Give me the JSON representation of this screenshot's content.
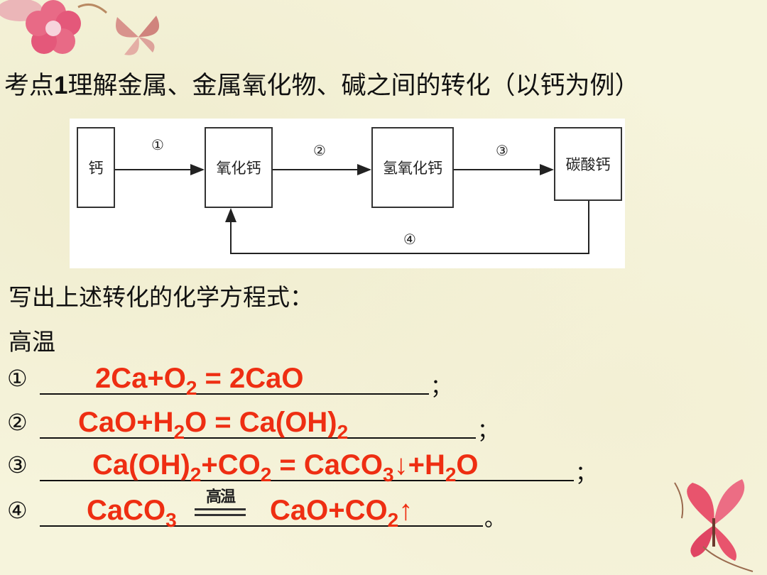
{
  "title": {
    "prefix": "考点",
    "number": "1",
    "text": "理解金属、金属氧化物、碱之间的转化（以钙为例）"
  },
  "diagram": {
    "boxes": [
      "钙",
      "氧化钙",
      "氢氧化钙",
      "碳酸钙"
    ],
    "steps": [
      "①",
      "②",
      "③",
      "④"
    ]
  },
  "instruction": "写出上述转化的化学方程式：",
  "condition_note": "高温",
  "equations": [
    {
      "num": "①",
      "parts": [
        "2Ca+O",
        "2",
        " = 2CaO"
      ],
      "end": "；"
    },
    {
      "num": "②",
      "parts": [
        "CaO+H",
        "2",
        "O = Ca(OH)",
        "2"
      ],
      "end": "；"
    },
    {
      "num": "③",
      "parts": [
        "Ca(OH)",
        "2",
        "+CO",
        "2",
        " = CaCO",
        "3",
        "↓+H",
        "2",
        "O"
      ],
      "end": "；"
    },
    {
      "num": "④",
      "left": [
        "CaCO",
        "3"
      ],
      "condition": "高温",
      "right": [
        "CaO+CO",
        "2",
        "↑"
      ],
      "end": "。"
    }
  ],
  "colors": {
    "answer": "#ee2e12",
    "background": "#f6f4dc"
  }
}
